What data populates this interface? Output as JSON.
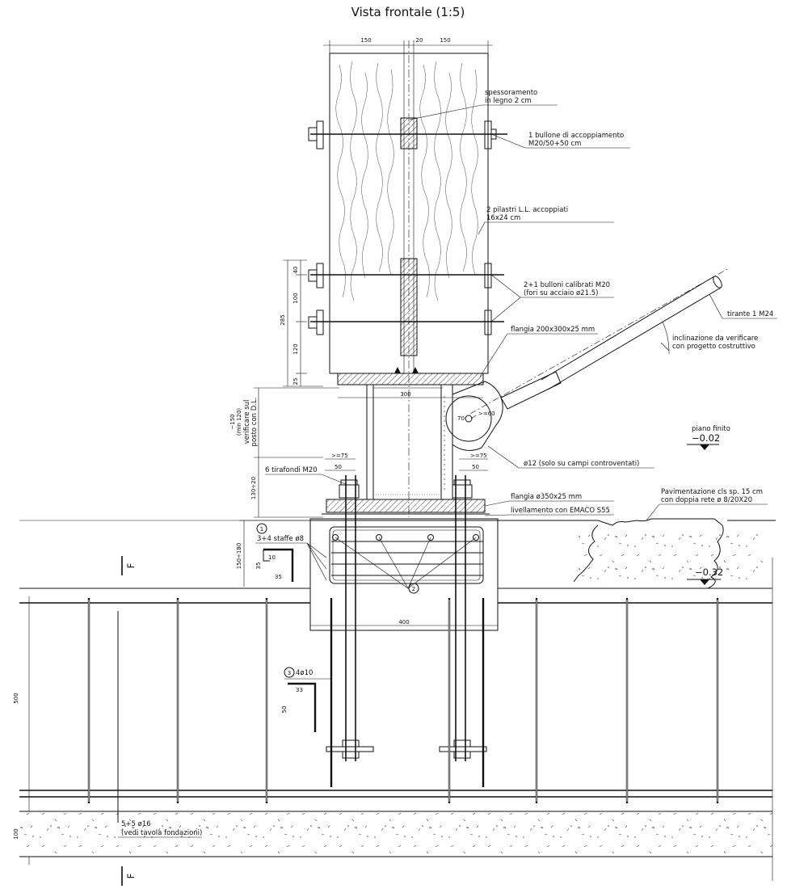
{
  "drawing": {
    "title": "Vista frontale (1:5)",
    "section_marker": "F"
  },
  "dimensions": {
    "top_left": "150",
    "top_mid": "20",
    "top_right": "150",
    "vert_a": "40",
    "vert_b": "100",
    "vert_c": "120",
    "vert_d": "25",
    "vert_total": "285",
    "flange_width": "300",
    "gap_label_1": "~150",
    "gap_label_2": "(min 120)",
    "verify_1": "verificare sul",
    "verify_2": "posto con D.L.",
    "base_height": "130÷20",
    "tie_width_left": ">=75",
    "tie_width_left_b": "50",
    "tie_width_right": ">=75",
    "tie_width_right_b": "50",
    "plinth_height": "150÷180",
    "plinth_width": "400",
    "beam_height": "500",
    "slab_height": "100",
    "radius_label": "70",
    "angle_label": ">=60",
    "stirrup_w": "35",
    "stirrup_h": "35",
    "stirrup_hook": "10",
    "bar3_w": "33",
    "bar3_h": "50"
  },
  "annotations": {
    "spacer_1": "spessoramento",
    "spacer_2": "in legno 2 cm",
    "bolt_1": "1 bullone di accoppiamento",
    "bolt_2": "M20/50+50 cm",
    "columns_1": "2 pilastri L.L. accoppiati",
    "columns_2": "16x24 cm",
    "bolts_cal_1": "2+1 bulloni calibrati M20",
    "bolts_cal_2": "(fori su acciaio ø21.5)",
    "flange_top": "flangia 200x300x25 mm",
    "tie_rod": "tirante 1 M24",
    "incl_1": "inclinazione da verificare",
    "incl_2": "con progetto costruttivo",
    "floor_level_label": "piano finito",
    "floor_level_value": "−0.02",
    "anchors": "6 tirafondi M20",
    "rebar12": "ø12 (solo su campi controventati)",
    "flange_base": "flangia ø350x25 mm",
    "leveling": "livellamento con EMACO S55",
    "paving_1": "Pavimentazione cls sp. 15 cm",
    "paving_2": "con doppia rete ø 8/20X20",
    "marker_1": "1",
    "stirrups": "3+4 staffe ø8",
    "marker_2": "2",
    "ground_level": "−0.32",
    "marker_3": "3",
    "bars3": "4ø10",
    "bottom_bars_1": "5+5 ø16",
    "bottom_bars_2": "(vedi tavola fondazioni)"
  }
}
